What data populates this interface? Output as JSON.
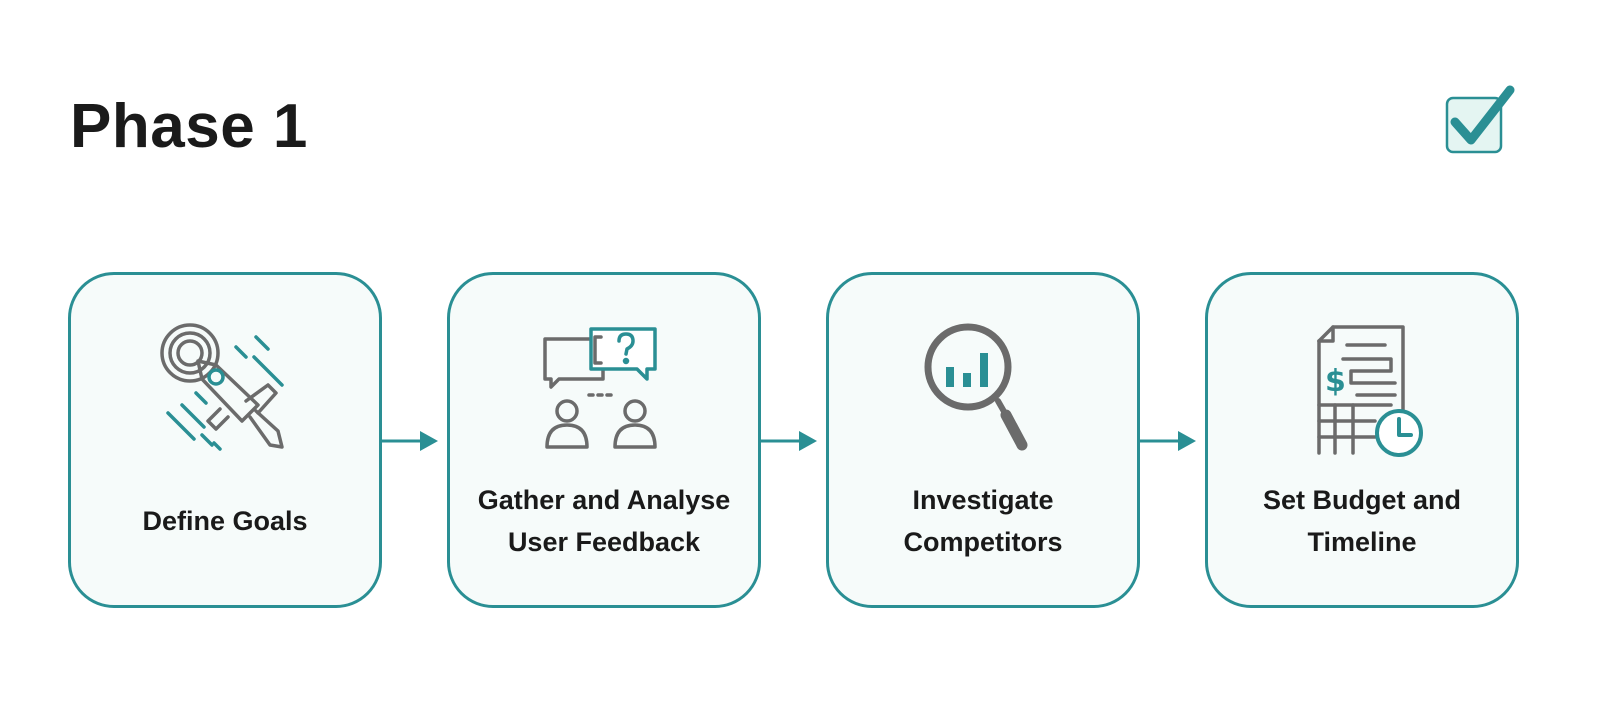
{
  "title": "Phase 1",
  "colors": {
    "accent": "#2a8f94",
    "icon_gray": "#6b6b6b",
    "card_fill": "#f6fbfa",
    "check_fill": "#e4f5f2"
  },
  "status_icon": "checkbox-checked-icon",
  "steps": [
    {
      "label": "Define Goals",
      "icon": "rocket-target-icon"
    },
    {
      "label": "Gather and Analyse User Feedback",
      "icon": "conversation-users-icon"
    },
    {
      "label": "Investigate Competitors",
      "icon": "magnifier-chart-icon"
    },
    {
      "label": "Set Budget and Timeline",
      "icon": "budget-document-clock-icon"
    }
  ]
}
